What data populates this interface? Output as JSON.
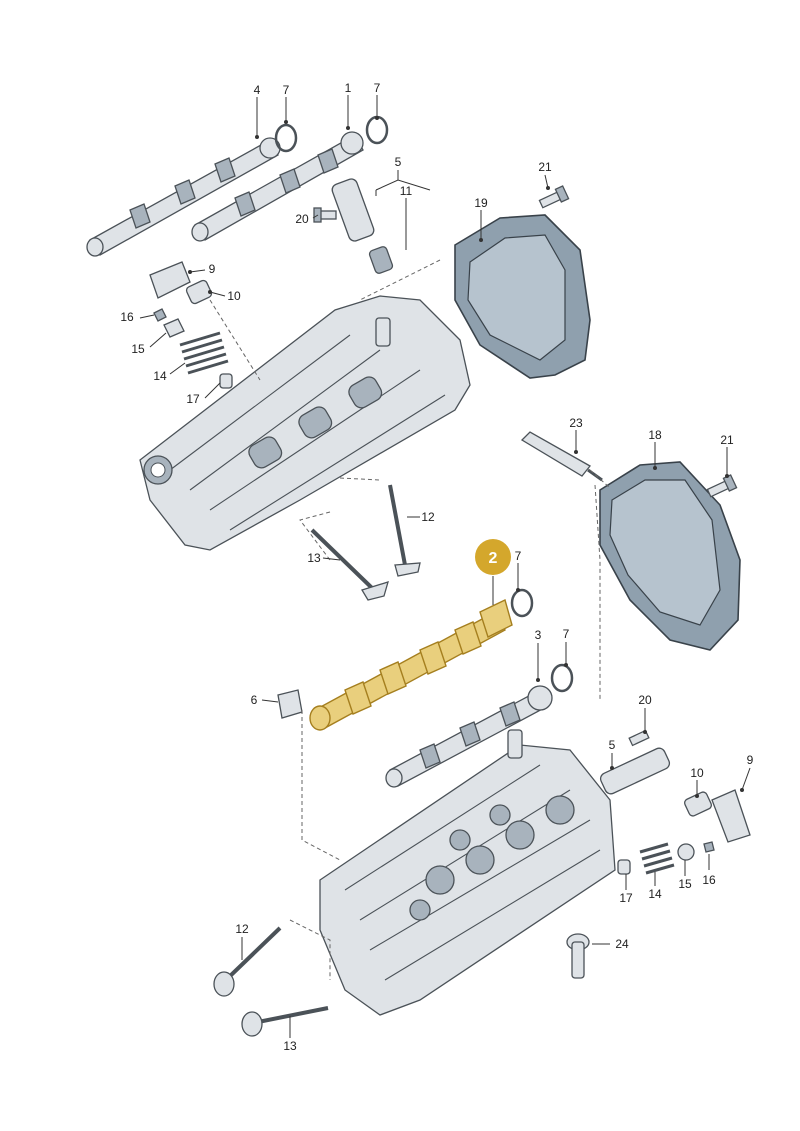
{
  "callouts": {
    "c1": "1",
    "c2": "2",
    "c3": "3",
    "c4": "4",
    "c5a": "5",
    "c5b": "5",
    "c6": "6",
    "c7a": "7",
    "c7b": "7",
    "c7c": "7",
    "c7d": "7",
    "c9a": "9",
    "c9b": "9",
    "c10a": "10",
    "c10b": "10",
    "c11": "11",
    "c12a": "12",
    "c12b": "12",
    "c13a": "13",
    "c13b": "13",
    "c14a": "14",
    "c14b": "14",
    "c15a": "15",
    "c15b": "15",
    "c16a": "16",
    "c16b": "16",
    "c17a": "17",
    "c17b": "17",
    "c18": "18",
    "c19": "19",
    "c20a": "20",
    "c20b": "20",
    "c21a": "21",
    "c21b": "21",
    "c23": "23",
    "c24": "24"
  },
  "highlight": {
    "label": "2",
    "color": "#d4a72c",
    "part_color": "#e9cf7d"
  },
  "colors": {
    "metal": "#dfe3e7",
    "cover": "#8fa0ae",
    "outline": "#4b5258"
  }
}
